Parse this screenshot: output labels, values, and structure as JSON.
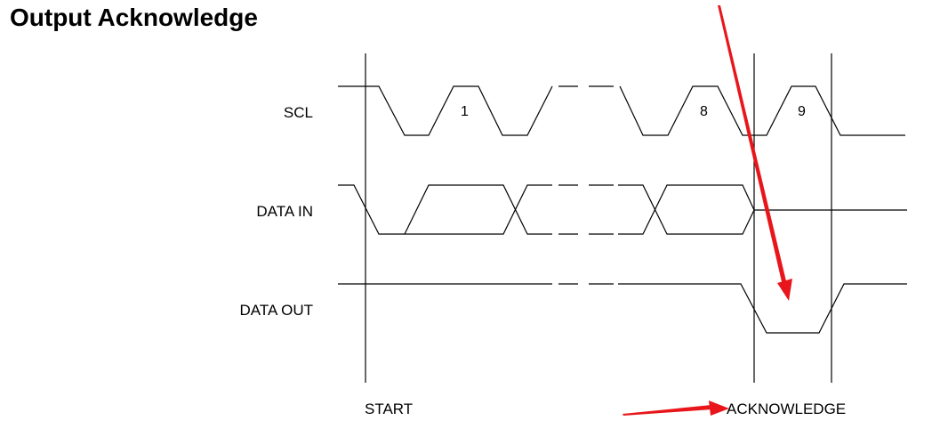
{
  "header": {
    "title": "Output Acknowledge"
  },
  "signals": {
    "scl": "SCL",
    "data_in": "DATA IN",
    "data_out": "DATA OUT"
  },
  "clock_bits": {
    "first": "1",
    "eighth": "8",
    "ninth": "9"
  },
  "events": {
    "start": "START",
    "acknowledge": "ACKNOWLEDGE"
  },
  "colors": {
    "annotation_arrow": "#e8161b",
    "line": "#000000"
  }
}
